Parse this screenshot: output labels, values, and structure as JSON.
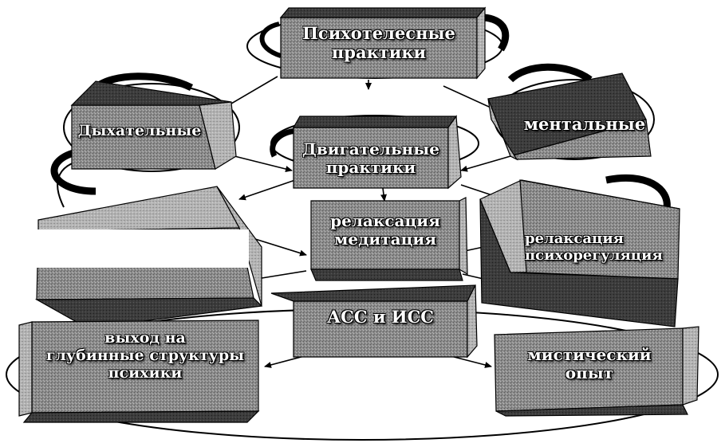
{
  "diagram": {
    "nodes": {
      "psychotelesnye": {
        "lines": [
          "Психотелесные",
          "практики"
        ]
      },
      "dykhatelnye": {
        "lines": [
          "Дыхательные"
        ]
      },
      "mentalnye": {
        "lines": [
          "ментальные"
        ]
      },
      "dvigatelnye": {
        "lines": [
          "Двигательные",
          "практики"
        ]
      },
      "relaksatsiya_meditatsiya": {
        "lines": [
          "релаксация",
          "медитация"
        ]
      },
      "relaksatsiya_psikhoregulyatsiya": {
        "lines": [
          "релаксация",
          "психорегуляция"
        ]
      },
      "ass_iss": {
        "lines": [
          "АСС и ИСС"
        ]
      },
      "vykhod_na_glubinnye": {
        "lines": [
          "выход на",
          "глубинные структуры",
          "психики"
        ]
      },
      "misticheskiy_opyt": {
        "lines": [
          "мистический",
          "опыт"
        ]
      }
    },
    "colors": {
      "box_front": "#7a7a7a",
      "box_top": "#3a3a3a",
      "box_side": "#a8a8a8",
      "stroke": "#000000",
      "label": "#ffffff"
    }
  }
}
